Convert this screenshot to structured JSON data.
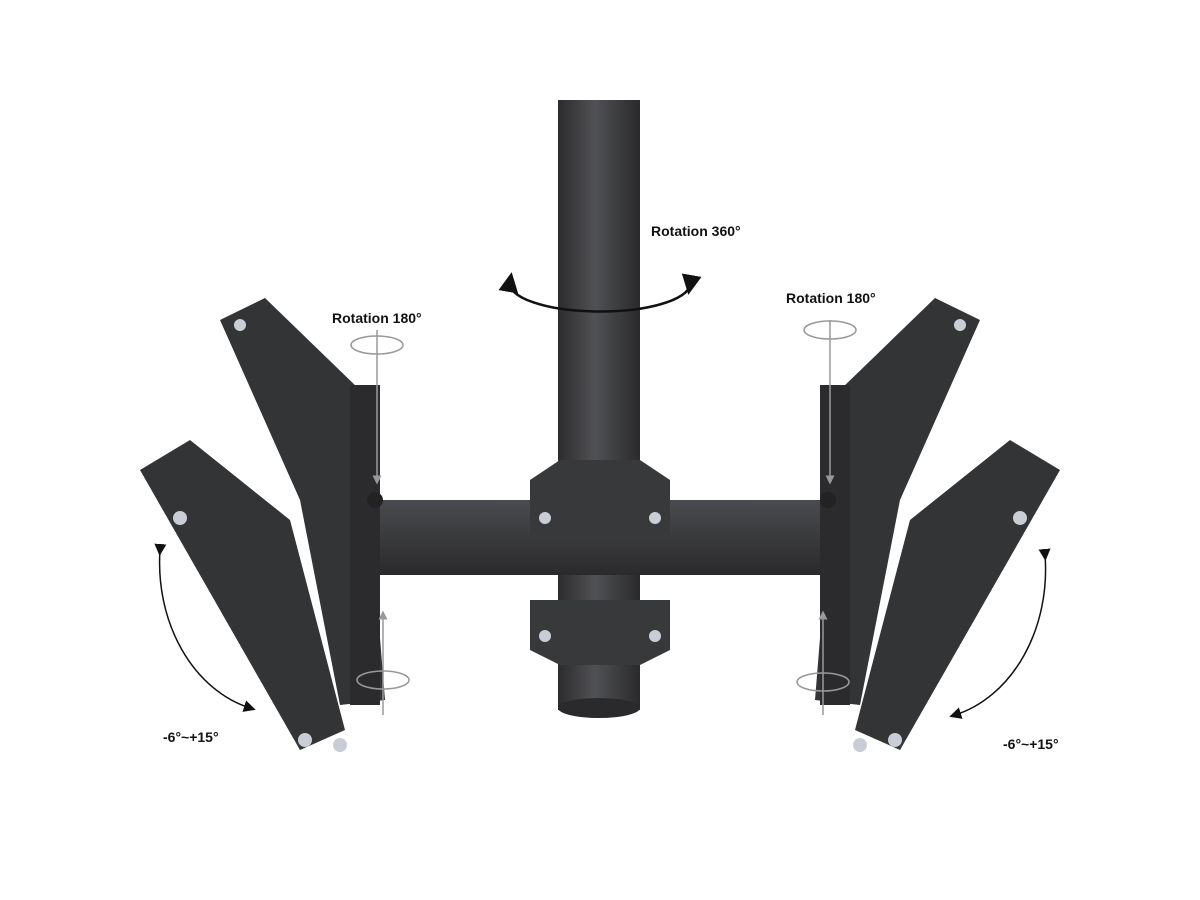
{
  "labels": {
    "center_rotation": "Rotation 360°",
    "left_rotation": "Rotation 180°",
    "right_rotation": "Rotation 180°",
    "left_tilt": "-6°~+15°",
    "right_tilt": "-6°~+15°"
  },
  "colors": {
    "metal": "#3a3a3c",
    "metal_dark": "#262628",
    "metal_light": "#55565a",
    "bolt": "#c9ced6",
    "arrow": "#111111"
  }
}
